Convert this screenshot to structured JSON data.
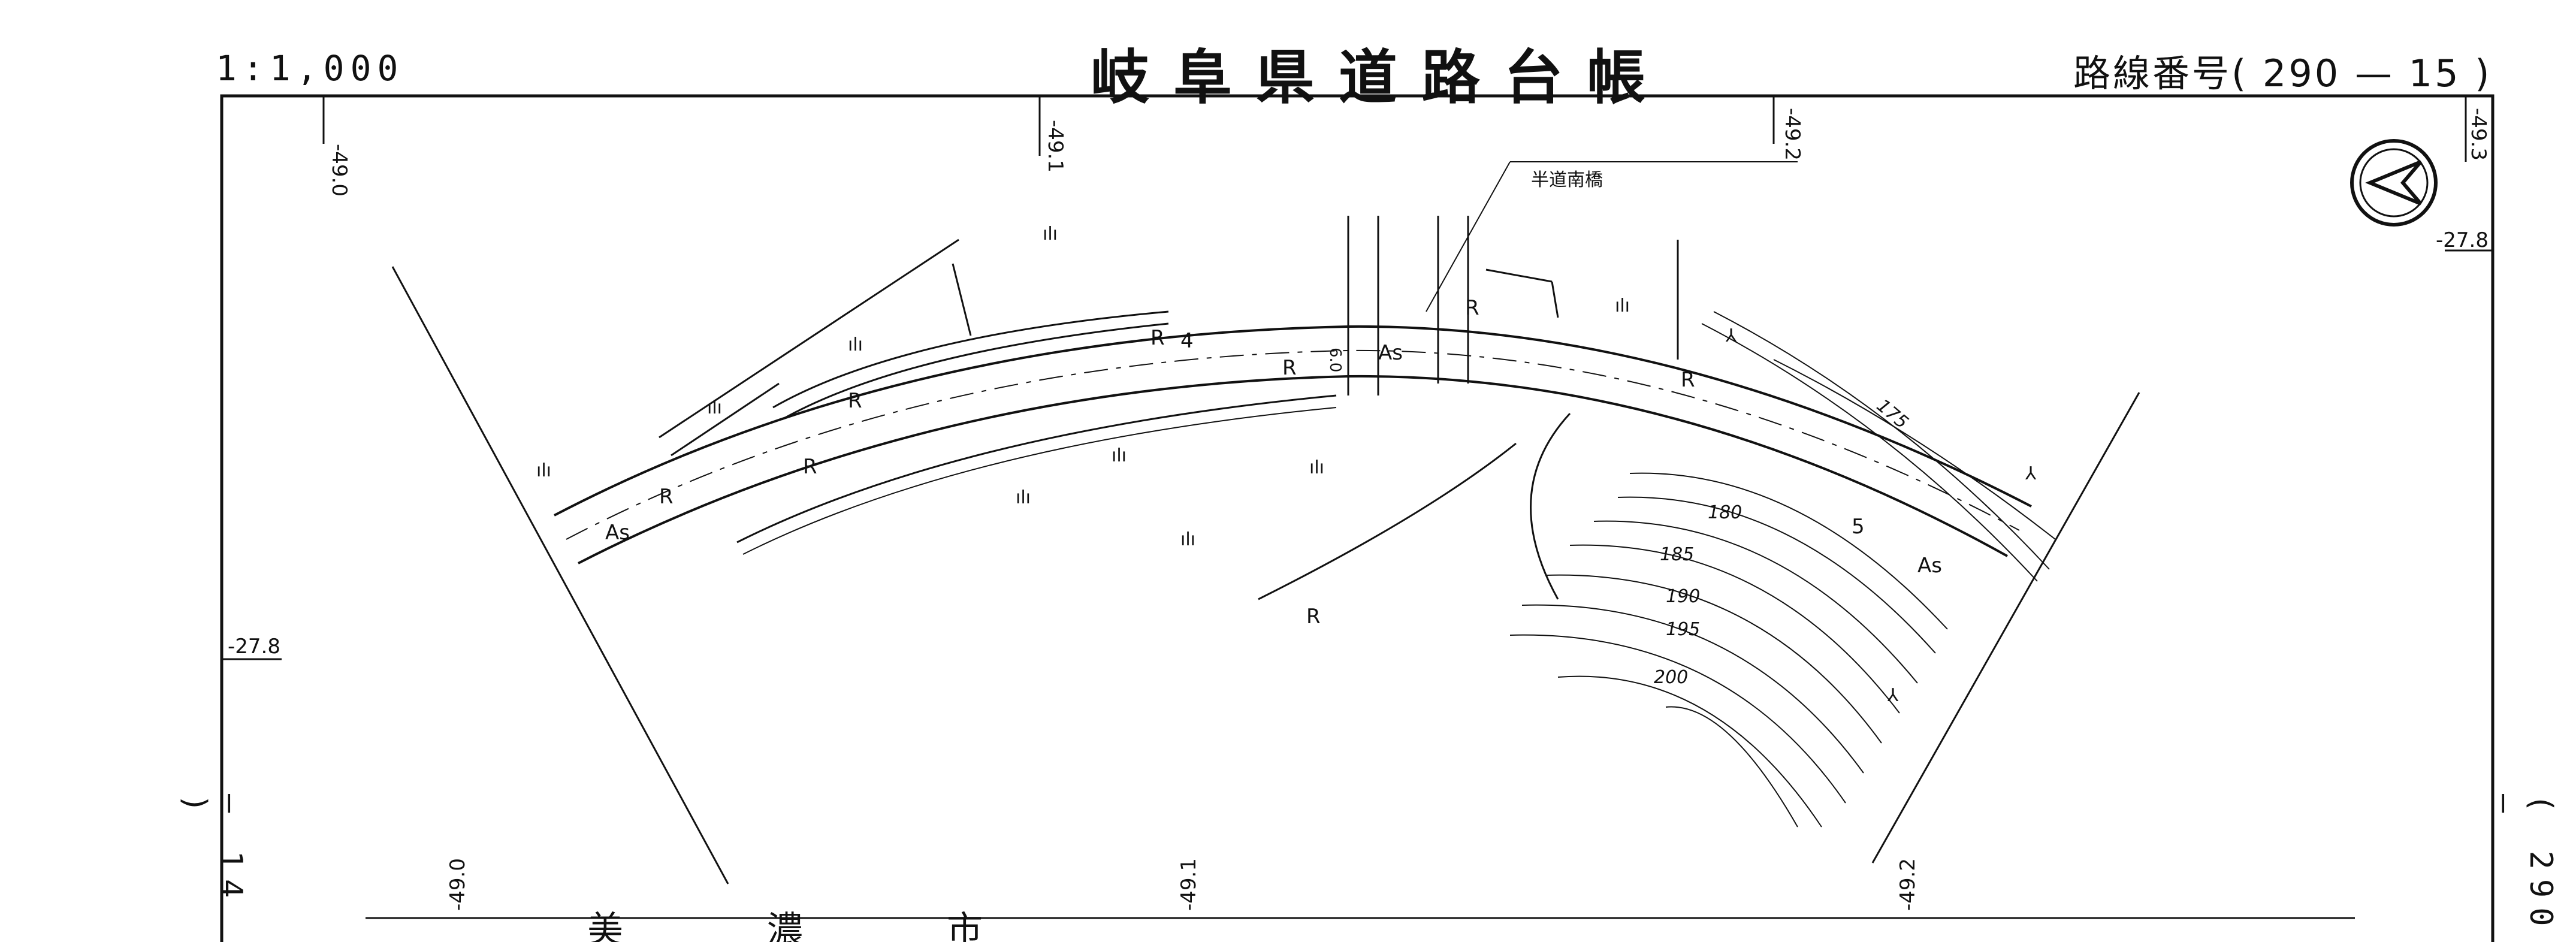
{
  "header": {
    "scale": "1:1,000",
    "title": "岐阜県道路台帳",
    "route_number": "路線番号( 290 — 15 )"
  },
  "side_labels": {
    "left": "— 14 )",
    "right": "( 290 —"
  },
  "map": {
    "bridge_name": "半道南橋",
    "grid_labels": {
      "top_490": "-49.0",
      "top_491": "-49.1",
      "top_492": "-49.2",
      "top_493": "-49.3",
      "bottom_490": "-49.0",
      "bottom_491": "-49.1",
      "bottom_492": "-49.2",
      "left_278": "-27.8",
      "right_278": "-27.8"
    },
    "contours": [
      "175",
      "180",
      "185",
      "190",
      "195",
      "200"
    ],
    "road_marks": {
      "surface": "As",
      "retaining": "R",
      "width_a": "4",
      "width_b": "5",
      "width_c": "6.0",
      "trees": "ılı",
      "grass": "⅄"
    },
    "bottom_text": [
      "美",
      "濃",
      "市"
    ],
    "north_arrow": "north-arrow-icon"
  }
}
